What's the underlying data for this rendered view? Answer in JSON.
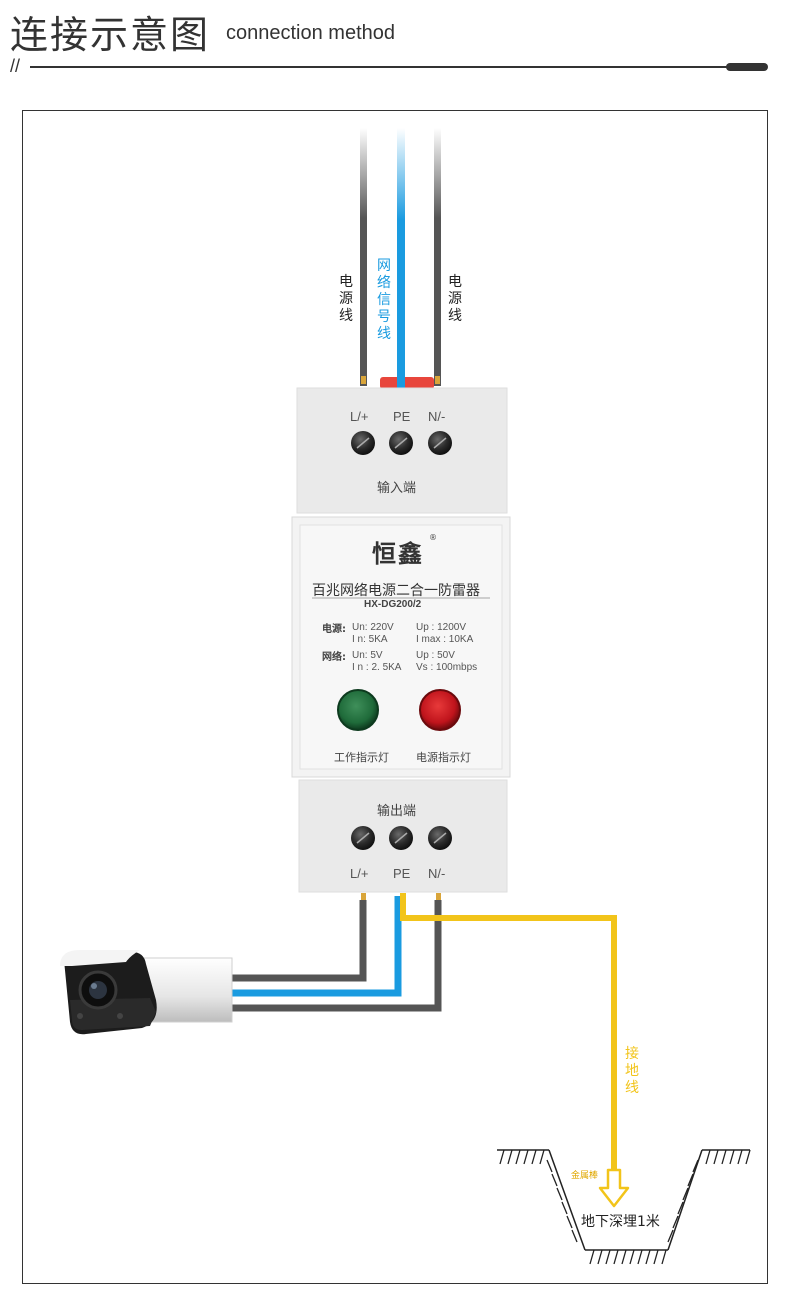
{
  "header": {
    "title_cn": "连接示意图",
    "title_en": "connection method",
    "slash": "//"
  },
  "wires_top": {
    "left_label": "电源线",
    "center_label": "网络信号线",
    "right_label": "电源线"
  },
  "input_block": {
    "terminals": [
      "L/+",
      "PE",
      "N/-"
    ],
    "caption": "输入端"
  },
  "device": {
    "brand": "恒鑫",
    "registered": "®",
    "name": "百兆网络电源二合一防雷器",
    "model": "HX-DG200/2",
    "power_label": "电源:",
    "power_un": "Un: 220V",
    "power_in": "I n: 5KA",
    "power_up": "Up : 1200V",
    "power_imax": "I max : 10KA",
    "net_label": "网络:",
    "net_un": "Un: 5V",
    "net_in": "I n : 2. 5KA",
    "net_up": "Up : 50V",
    "net_vs": "Vs : 100mbps",
    "work_indicator": "工作指示灯",
    "power_indicator": "电源指示灯"
  },
  "output_block": {
    "caption": "输出端",
    "terminals": [
      "L/+",
      "PE",
      "N/-"
    ]
  },
  "ground": {
    "label": "接地线",
    "rod_label": "金属棒",
    "depth_label": "地下深埋1米"
  },
  "colors": {
    "signal_blue": "#1a9be0",
    "ground_yellow": "#f2c41a",
    "power_gray": "#555555",
    "indicator_green": "#1f6b3a",
    "indicator_red": "#c0141c"
  }
}
